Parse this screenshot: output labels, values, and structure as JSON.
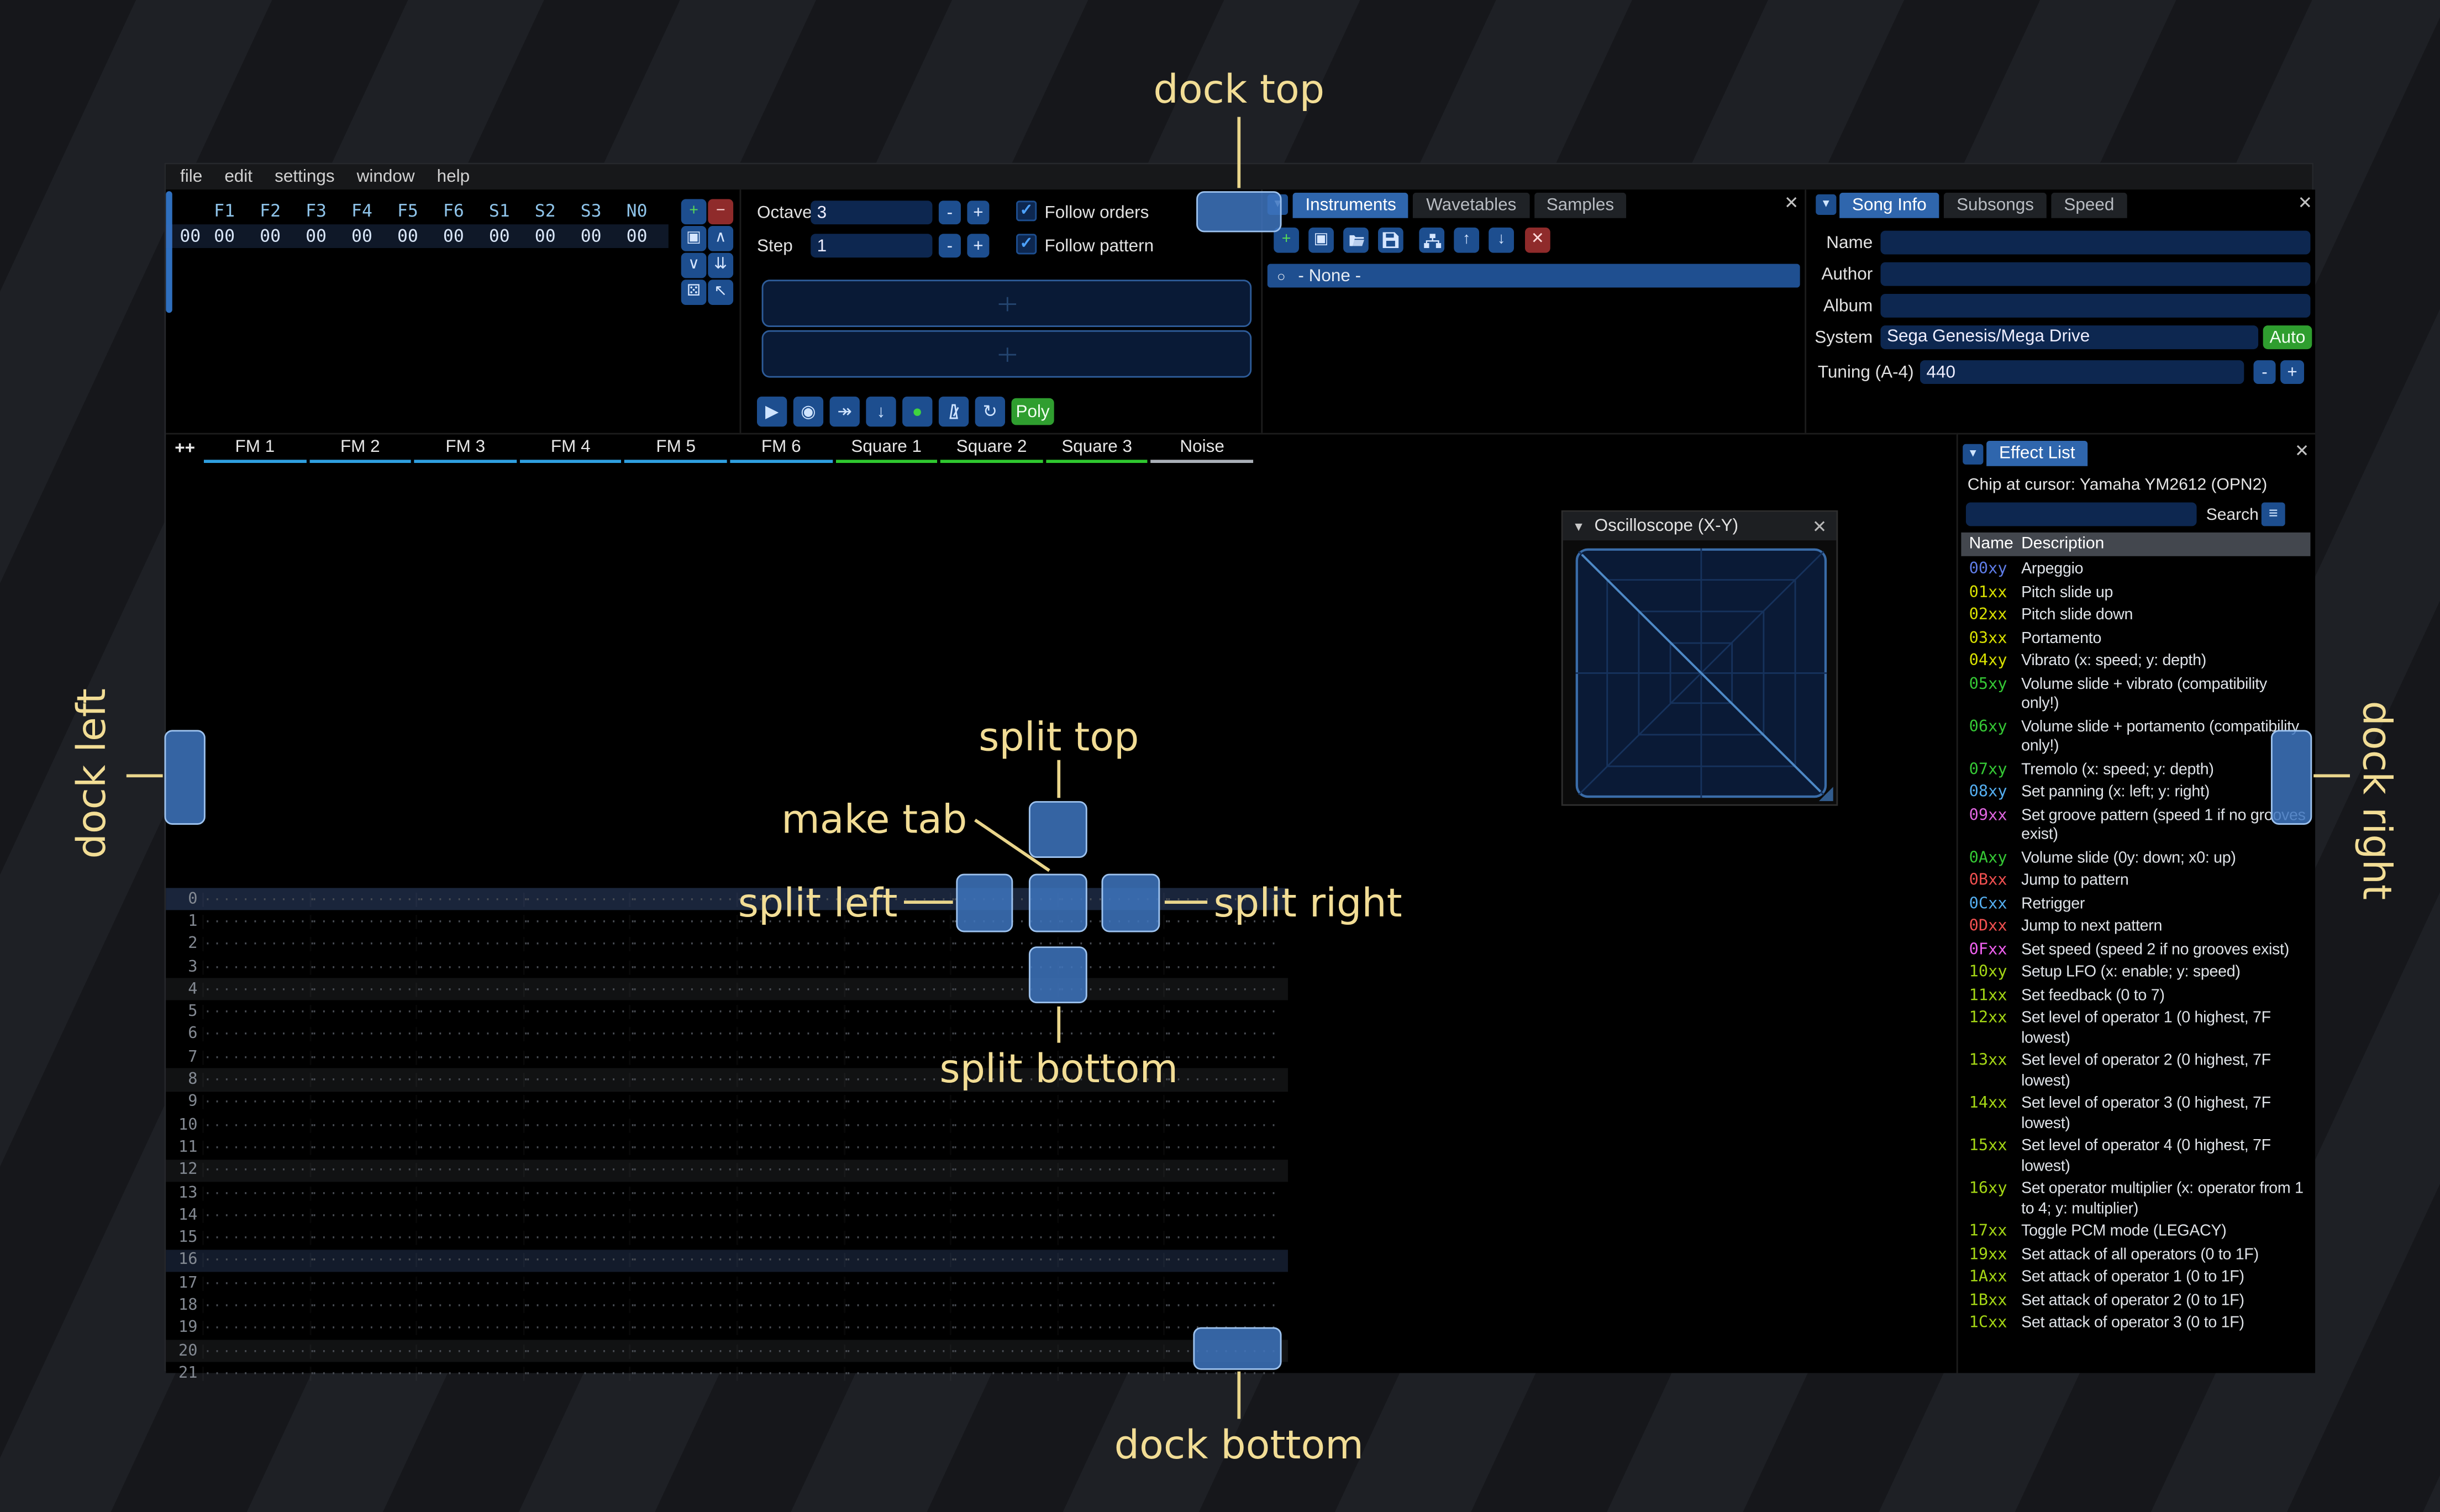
{
  "menu": {
    "items": [
      "file",
      "edit",
      "settings",
      "window",
      "help"
    ]
  },
  "orders": {
    "channels": [
      "F1",
      "F2",
      "F3",
      "F4",
      "F5",
      "F6",
      "S1",
      "S2",
      "S3",
      "N0"
    ],
    "current_row": "00",
    "values": [
      "00",
      "00",
      "00",
      "00",
      "00",
      "00",
      "00",
      "00",
      "00",
      "00"
    ],
    "buttons": [
      {
        "name": "add-order-button",
        "glyph": "+",
        "color": "#57d957"
      },
      {
        "name": "remove-order-button",
        "glyph": "−",
        "bg": "#8f2b2b",
        "color": "#ffd9d9"
      },
      {
        "name": "duplicate-order-button",
        "glyph": "▣"
      },
      {
        "name": "move-order-up-button",
        "glyph": "∧"
      },
      {
        "name": "move-order-down-button",
        "glyph": "∨"
      },
      {
        "name": "duplicate-order-to-end-button",
        "glyph": "⇊"
      },
      {
        "name": "order-random-button",
        "glyph": "⚄"
      },
      {
        "name": "order-edit-mode-button",
        "glyph": "↖"
      }
    ]
  },
  "controls": {
    "octave_label": "Octave",
    "octave_value": "3",
    "step_label": "Step",
    "step_value": "1",
    "minus_label": "-",
    "plus_label": "+",
    "follow_orders_label": "Follow orders",
    "follow_pattern_label": "Follow pattern",
    "check_glyph": "✓",
    "playback_buttons": [
      {
        "name": "play-button",
        "glyph": "▶"
      },
      {
        "name": "play-pattern-button",
        "glyph": "◉"
      },
      {
        "name": "play-to-cursor-button",
        "glyph": "↠"
      },
      {
        "name": "step-one-row-button",
        "glyph": "↓"
      },
      {
        "name": "edit-record-toggle",
        "glyph": "●",
        "color": "#3fd43f"
      },
      {
        "name": "metronome-toggle",
        "icon": "metronome"
      },
      {
        "name": "repeat-pattern-toggle",
        "glyph": "↻"
      }
    ],
    "poly_label": "Poly"
  },
  "instruments": {
    "tabs": [
      "Instruments",
      "Wavetables",
      "Samples"
    ],
    "active_tab": 0,
    "toolbar": [
      {
        "name": "add-instrument-button",
        "glyph": "+",
        "color": "#57d957"
      },
      {
        "name": "duplicate-instrument-button",
        "glyph": "▣"
      },
      {
        "name": "open-instrument-button",
        "icon": "folder-open"
      },
      {
        "name": "save-instrument-button",
        "icon": "floppy"
      },
      {
        "name": "instrument-folders-button",
        "icon": "sitemap"
      },
      {
        "name": "move-instrument-up-button",
        "glyph": "↑"
      },
      {
        "name": "move-instrument-down-button",
        "glyph": "↓"
      },
      {
        "name": "delete-instrument-button",
        "glyph": "✕",
        "bg": "#8f2b2b",
        "color": "#ffd9d9"
      }
    ],
    "none_item": "- None -",
    "none_icon": "○"
  },
  "song_info": {
    "tabs": [
      "Song Info",
      "Subsongs",
      "Speed"
    ],
    "active_tab": 0,
    "fields": [
      {
        "label": "Name",
        "value": ""
      },
      {
        "label": "Author",
        "value": ""
      },
      {
        "label": "Album",
        "value": ""
      }
    ],
    "system_label": "System",
    "system_value": "Sega Genesis/Mega Drive",
    "auto_button": "Auto",
    "tuning_label": "Tuning (A-4)",
    "tuning_value": "440",
    "minus_label": "-",
    "plus_label": "+"
  },
  "pattern": {
    "corner": "++",
    "channels": [
      {
        "label": "FM 1",
        "color": "#2f9fe0"
      },
      {
        "label": "FM 2",
        "color": "#2f9fe0"
      },
      {
        "label": "FM 3",
        "color": "#2f9fe0"
      },
      {
        "label": "FM 4",
        "color": "#2f9fe0"
      },
      {
        "label": "FM 5",
        "color": "#2f9fe0"
      },
      {
        "label": "FM 6",
        "color": "#2f9fe0"
      },
      {
        "label": "Square 1",
        "color": "#2fc82f"
      },
      {
        "label": "Square 2",
        "color": "#2fc82f"
      },
      {
        "label": "Square 3",
        "color": "#2fc82f"
      },
      {
        "label": "Noise",
        "color": "#aab0b8"
      }
    ],
    "row_numbers": [
      "0",
      "1",
      "2",
      "3",
      "4",
      "5",
      "6",
      "7",
      "8",
      "9",
      "10",
      "11",
      "12",
      "13",
      "14",
      "15",
      "16",
      "17",
      "18",
      "19",
      "20",
      "21"
    ]
  },
  "oscilloscope": {
    "title": "Oscilloscope (X-Y)",
    "collapse_glyph": "▼",
    "close_glyph": "✕"
  },
  "effect_list": {
    "tab": "Effect List",
    "chip_line": "Chip at cursor: Yamaha YM2612 (OPN2)",
    "search_label": "Search",
    "columns": {
      "name": "Name",
      "description": "Description"
    },
    "effects": [
      {
        "code": "00xy",
        "desc": "Arpeggio",
        "color": "#5f7de8"
      },
      {
        "code": "01xx",
        "desc": "Pitch slide up",
        "color": "#d8e000"
      },
      {
        "code": "02xx",
        "desc": "Pitch slide down",
        "color": "#d8e000"
      },
      {
        "code": "03xx",
        "desc": "Portamento",
        "color": "#d8e000"
      },
      {
        "code": "04xy",
        "desc": "Vibrato (x: speed; y: depth)",
        "color": "#d8e000"
      },
      {
        "code": "05xy",
        "desc": "Volume slide + vibrato (compatibility only!)",
        "color": "#35c835"
      },
      {
        "code": "06xy",
        "desc": "Volume slide + portamento (compatibility only!)",
        "color": "#35c835"
      },
      {
        "code": "07xy",
        "desc": "Tremolo (x: speed; y: depth)",
        "color": "#35c835"
      },
      {
        "code": "08xy",
        "desc": "Set panning (x: left; y: right)",
        "color": "#54aef0"
      },
      {
        "code": "09xx",
        "desc": "Set groove pattern (speed 1 if no grooves exist)",
        "color": "#e066e0"
      },
      {
        "code": "0Axy",
        "desc": "Volume slide (0y: down; x0: up)",
        "color": "#35c835"
      },
      {
        "code": "0Bxx",
        "desc": "Jump to pattern",
        "color": "#f05050"
      },
      {
        "code": "0Cxx",
        "desc": "Retrigger",
        "color": "#54aef0"
      },
      {
        "code": "0Dxx",
        "desc": "Jump to next pattern",
        "color": "#f05050"
      },
      {
        "code": "0Fxx",
        "desc": "Set speed (speed 2 if no grooves exist)",
        "color": "#f060f0"
      },
      {
        "code": "10xy",
        "desc": "Setup LFO (x: enable; y: speed)",
        "color": "#a4d615"
      },
      {
        "code": "11xx",
        "desc": "Set feedback (0 to 7)",
        "color": "#a4d615"
      },
      {
        "code": "12xx",
        "desc": "Set level of operator 1 (0 highest, 7F lowest)",
        "color": "#a4d615"
      },
      {
        "code": "13xx",
        "desc": "Set level of operator 2 (0 highest, 7F lowest)",
        "color": "#a4d615"
      },
      {
        "code": "14xx",
        "desc": "Set level of operator 3 (0 highest, 7F lowest)",
        "color": "#a4d615"
      },
      {
        "code": "15xx",
        "desc": "Set level of operator 4 (0 highest, 7F lowest)",
        "color": "#a4d615"
      },
      {
        "code": "16xy",
        "desc": "Set operator multiplier (x: operator from 1 to 4; y: multiplier)",
        "color": "#a4d615"
      },
      {
        "code": "17xx",
        "desc": "Toggle PCM mode (LEGACY)",
        "color": "#a4d615"
      },
      {
        "code": "19xx",
        "desc": "Set attack of all operators (0 to 1F)",
        "color": "#a4d615"
      },
      {
        "code": "1Axx",
        "desc": "Set attack of operator 1 (0 to 1F)",
        "color": "#a4d615"
      },
      {
        "code": "1Bxx",
        "desc": "Set attack of operator 2 (0 to 1F)",
        "color": "#a4d615"
      },
      {
        "code": "1Cxx",
        "desc": "Set attack of operator 3 (0 to 1F)",
        "color": "#a4d615"
      }
    ]
  },
  "annotations": {
    "dock_top": "dock top",
    "dock_bottom": "dock bottom",
    "dock_left": "dock left",
    "dock_right": "dock right",
    "split_top": "split top",
    "split_bottom": "split bottom",
    "split_left": "split left",
    "split_right": "split right",
    "make_tab": "make tab",
    "color": "#f2dd95"
  },
  "colors": {
    "accent_tab": "#2f66ad",
    "button_blue": "#1d4e8f",
    "dock_target": "#3e76bc",
    "green_button": "#2f9e2f"
  }
}
